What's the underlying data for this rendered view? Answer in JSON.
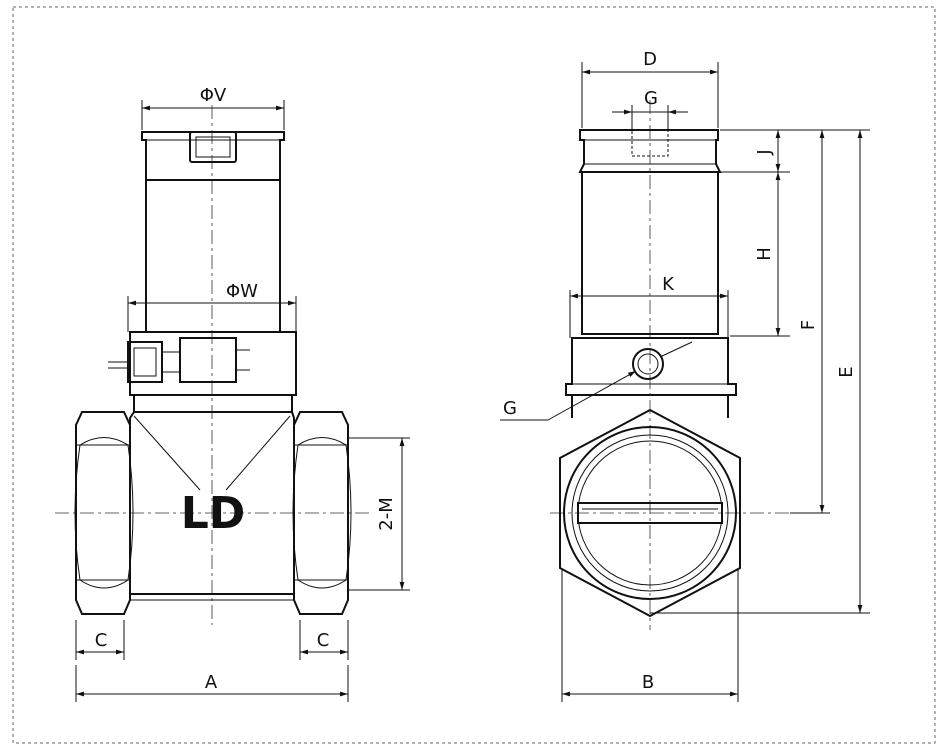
{
  "labels": {
    "phiV": "ΦV",
    "phiW": "ΦW",
    "D": "D",
    "G_top": "G",
    "G_port": "G",
    "J": "J",
    "H": "H",
    "F": "F",
    "E": "E",
    "K": "K",
    "M": "2-M",
    "C_left": "C",
    "C_right": "C",
    "A": "A",
    "B": "B",
    "model": "LD"
  }
}
